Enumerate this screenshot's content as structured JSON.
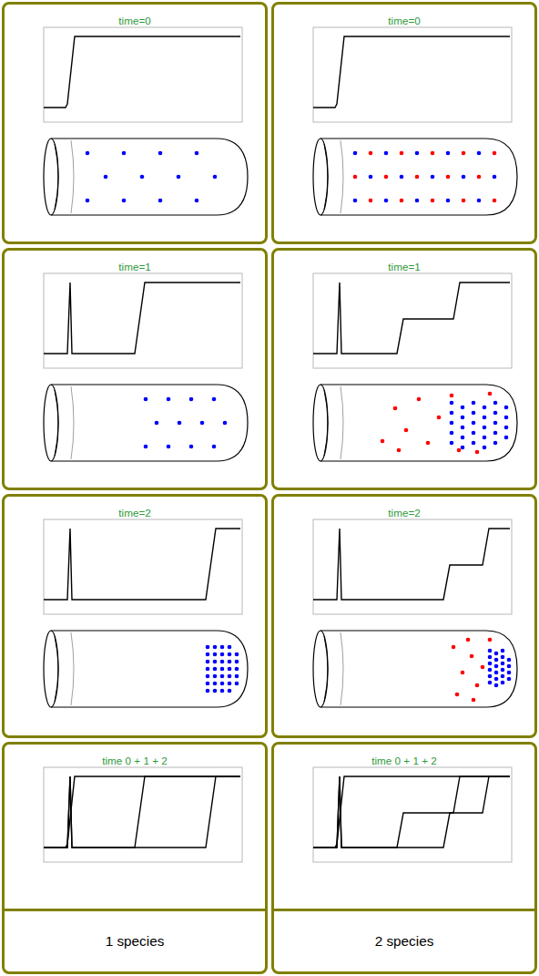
{
  "diagram": {
    "nodes": [
      {
        "text": [
          "time=0"
        ]
      },
      {
        "text": [
          "time=0"
        ]
      },
      {
        "text": [
          "time=1"
        ]
      },
      {
        "text": [
          "time=1"
        ]
      },
      {
        "text": [
          "time=2"
        ]
      },
      {
        "text": [
          "time=2"
        ]
      },
      {
        "text": [
          "time 0 + 1 + 2"
        ]
      },
      {
        "text": [
          "time 0 + 1 + 2"
        ]
      },
      {
        "text": [
          "1 species"
        ]
      },
      {
        "text": [
          "2 species"
        ]
      }
    ]
  }
}
